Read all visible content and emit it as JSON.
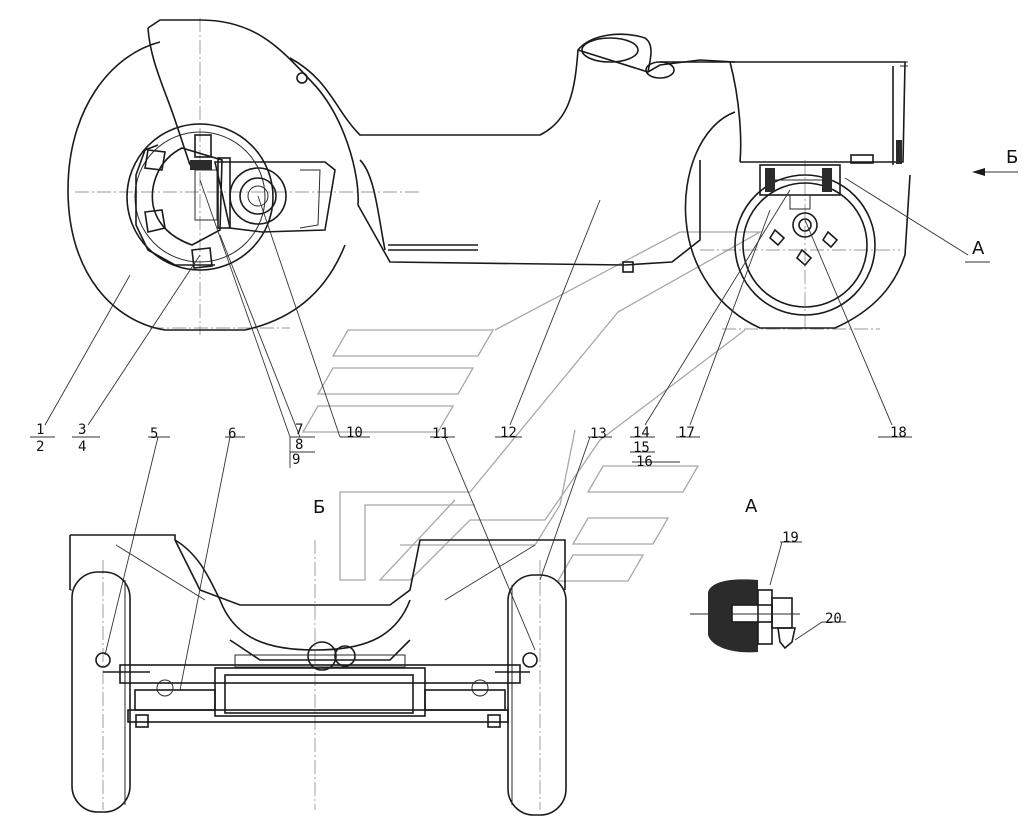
{
  "labels": {
    "p1": "1",
    "p2": "2",
    "p3": "3",
    "p4": "4",
    "p5": "5",
    "p6": "6",
    "p7": "7",
    "p8": "8",
    "p9": "9",
    "p10": "10",
    "p11": "11",
    "p12": "12",
    "p13": "13",
    "p14": "14",
    "p15": "15",
    "p16": "16",
    "p17": "17",
    "p18": "18",
    "p19": "19",
    "p20": "20"
  },
  "views": {
    "view_b_arrow": "Б",
    "view_b_title": "Б",
    "section_a_arrow": "А",
    "section_a_title": "А"
  }
}
